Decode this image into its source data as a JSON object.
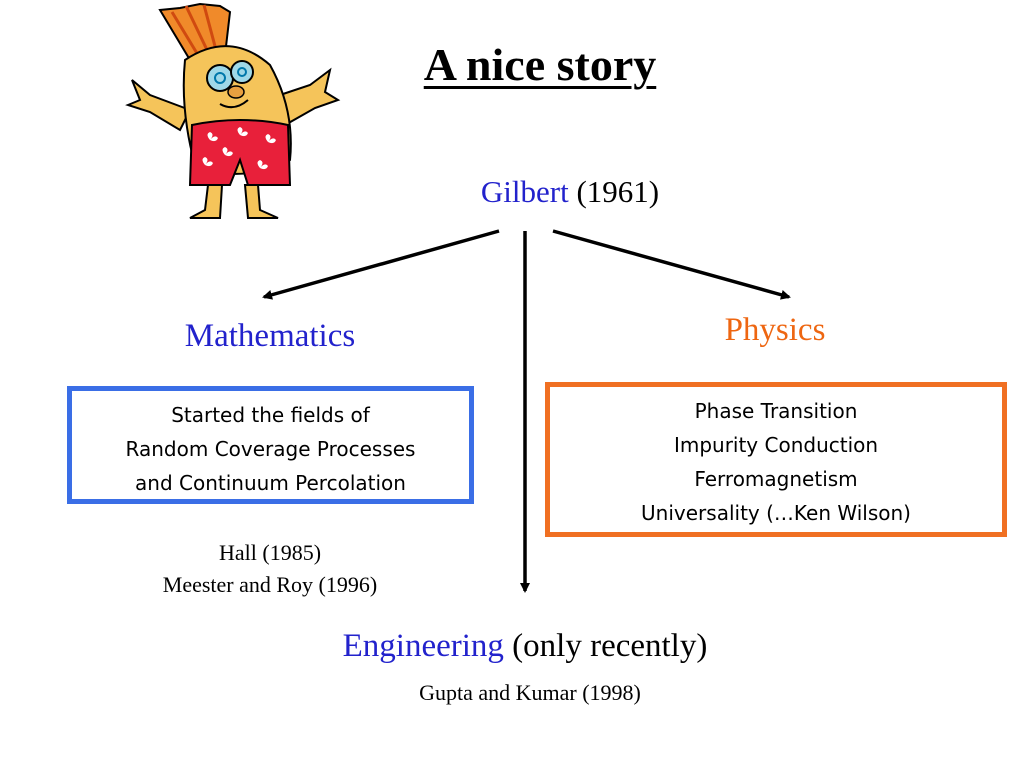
{
  "slide": {
    "title": "A nice story",
    "root": {
      "name": "Gilbert",
      "year": "(1961)"
    },
    "mathematics": {
      "heading": "Mathematics",
      "box_lines": [
        "Started the fields of",
        "Random Coverage Processes",
        "and Continuum Percolation"
      ],
      "refs": [
        "Hall (1985)",
        "Meester and Roy (1996)"
      ]
    },
    "physics": {
      "heading": "Physics",
      "box_lines": [
        "Phase Transition",
        "Impurity Conduction",
        "Ferromagnetism",
        "Universality (…Ken Wilson)"
      ]
    },
    "engineering": {
      "heading": "Engineering",
      "note": "(only recently)",
      "ref": "Gupta and Kumar (1998)"
    }
  },
  "colors": {
    "blue_text": "#2222cc",
    "orange_text": "#ee6611",
    "math_box_border": "#3a6ee6",
    "phys_box_border": "#f07022"
  },
  "icons": {
    "mascot": "cartoon-character-icon"
  }
}
